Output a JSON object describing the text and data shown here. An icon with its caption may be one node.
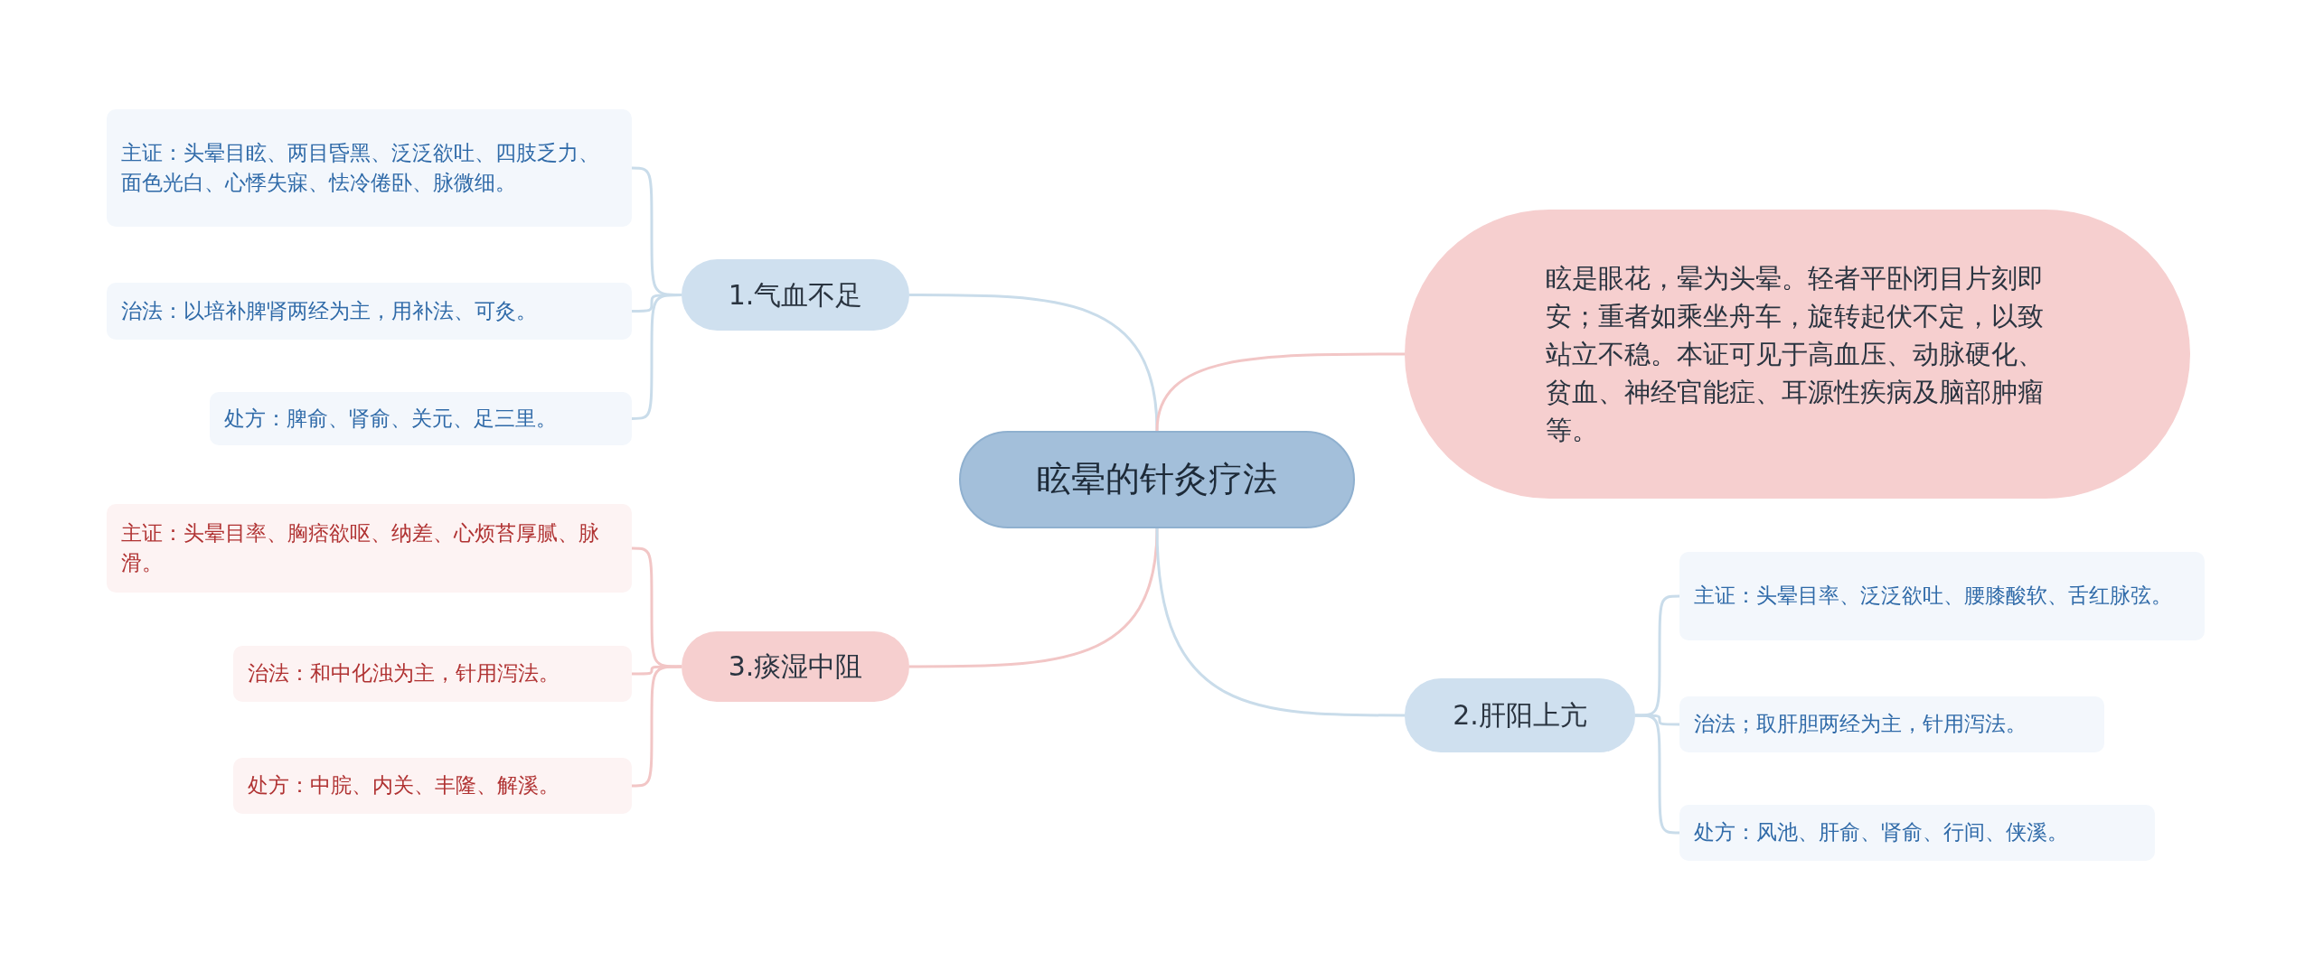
{
  "diagram": {
    "nodes": [
      {
        "text": [
          "眩晕的针灸疗法"
        ]
      },
      {
        "text": [
          "1.气血不足"
        ]
      },
      {
        "text": [
          "主证：头晕目眩、两目昏黑、泛泛欲吐、四肢乏力、面色光白、心悸失寐、怯冷倦卧、脉微细。"
        ]
      },
      {
        "text": [
          "治法：以培补脾肾两经为主，用补法、可灸。"
        ]
      },
      {
        "text": [
          "处方：脾俞、肾俞、关元、足三里。"
        ]
      },
      {
        "text": [
          "3.痰湿中阻"
        ]
      },
      {
        "text": [
          "主证：头晕目率、胸痞欲呕、纳差、心烦苔厚腻、脉滑。"
        ]
      },
      {
        "text": [
          "治法：和中化浊为主，针用泻法。"
        ]
      },
      {
        "text": [
          "处方：中脘、内关、丰隆、解溪。"
        ]
      },
      {
        "text": [
          "眩是眼花，晕为头晕。轻者平卧闭目片刻即安；重者如乘坐舟车，旋转起伏不定，以致站立不稳。本证可见于高血压、动脉硬化、贫血、神经官能症、耳源性疾病及脑部肿瘤等。"
        ]
      },
      {
        "text": [
          "2.肝阳上亢"
        ]
      },
      {
        "text": [
          "主证：头晕目率、泛泛欲吐、腰膝酸软、舌红脉弦。"
        ]
      },
      {
        "text": [
          "治法；取肝胆两经为主，针用泻法。"
        ]
      },
      {
        "text": [
          "处方：风池、肝俞、肾俞、行间、侠溪。"
        ]
      }
    ],
    "edges": [
      {
        "from": 0,
        "to": 1,
        "arrow": "none"
      },
      {
        "from": 1,
        "to": 2,
        "arrow": "none"
      },
      {
        "from": 1,
        "to": 3,
        "arrow": "none"
      },
      {
        "from": 1,
        "to": 4,
        "arrow": "none"
      },
      {
        "from": 0,
        "to": 5,
        "arrow": "none",
        "color": "#f2c6c6"
      },
      {
        "from": 5,
        "to": 6,
        "arrow": "none",
        "color": "#f2c6c6"
      },
      {
        "from": 5,
        "to": 7,
        "arrow": "none",
        "color": "#f2c6c6"
      },
      {
        "from": 5,
        "to": 8,
        "arrow": "none",
        "color": "#f2c6c6"
      },
      {
        "from": 0,
        "to": 9,
        "arrow": "none",
        "color": "#f2c6c6"
      },
      {
        "from": 0,
        "to": 10,
        "arrow": "none"
      },
      {
        "from": 10,
        "to": 11,
        "arrow": "none"
      },
      {
        "from": 10,
        "to": 12,
        "arrow": "none"
      },
      {
        "from": 10,
        "to": 13,
        "arrow": "none"
      }
    ]
  }
}
